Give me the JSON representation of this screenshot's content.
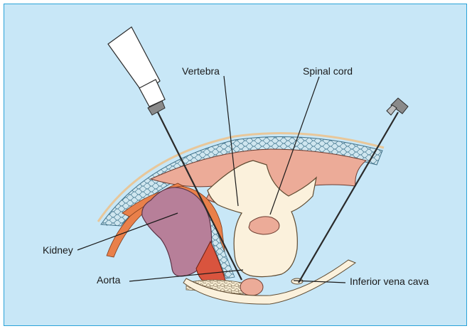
{
  "labels": {
    "vertebra": "Vertebra",
    "spinal_cord": "Spinal cord",
    "kidney": "Kidney",
    "aorta": "Aorta",
    "inferior_vena_cava": "Inferior vena cava"
  },
  "colors": {
    "background": "#c8e7f7",
    "border": "#2aa2d8",
    "muscle": "#ecab98",
    "bone": "#fbf1dc",
    "kidney": "#b77f99",
    "aorta": "#d9543e",
    "fascia": "#e9804a",
    "fat_tissue": "#5f8ea2"
  }
}
